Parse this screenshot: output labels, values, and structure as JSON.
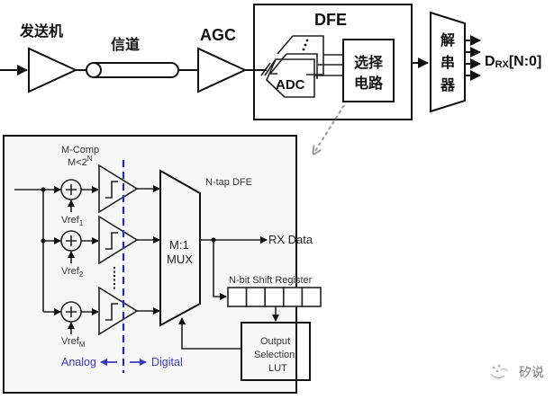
{
  "top_chain": {
    "transmitter_label": "发送机",
    "channel_label": "信道",
    "agc_label": "AGC",
    "dfe_label": "DFE",
    "adc_label": "ADC",
    "selector_line1": "选择",
    "selector_line2": "电路",
    "deserializer_chars": [
      "解",
      "串",
      "器"
    ],
    "output_label_main": "D",
    "output_label_sub": "RX",
    "output_label_tail": "[N:0]"
  },
  "detail": {
    "mcomp_label": "M-Comp",
    "mcomp_cond_main": "M<2",
    "mcomp_cond_sup": "N",
    "vrefs": [
      {
        "main": "Vref",
        "sub": "1"
      },
      {
        "main": "Vref",
        "sub": "2"
      },
      {
        "main": "Vref",
        "sub": "M"
      }
    ],
    "mux_line1": "M:1",
    "mux_line2": "MUX",
    "ntap_label": "N-tap DFE",
    "rx_data_label": "RX Data",
    "shift_register_label": "N-bit Shift Register",
    "shift_register_cells": 5,
    "lut_line1": "Output",
    "lut_line2": "Selection",
    "lut_line3": "LUT",
    "analog_label": "Analog",
    "digital_label": "Digital",
    "divider_color": "#2b2bb0"
  },
  "watermark": {
    "text": "矽说"
  }
}
